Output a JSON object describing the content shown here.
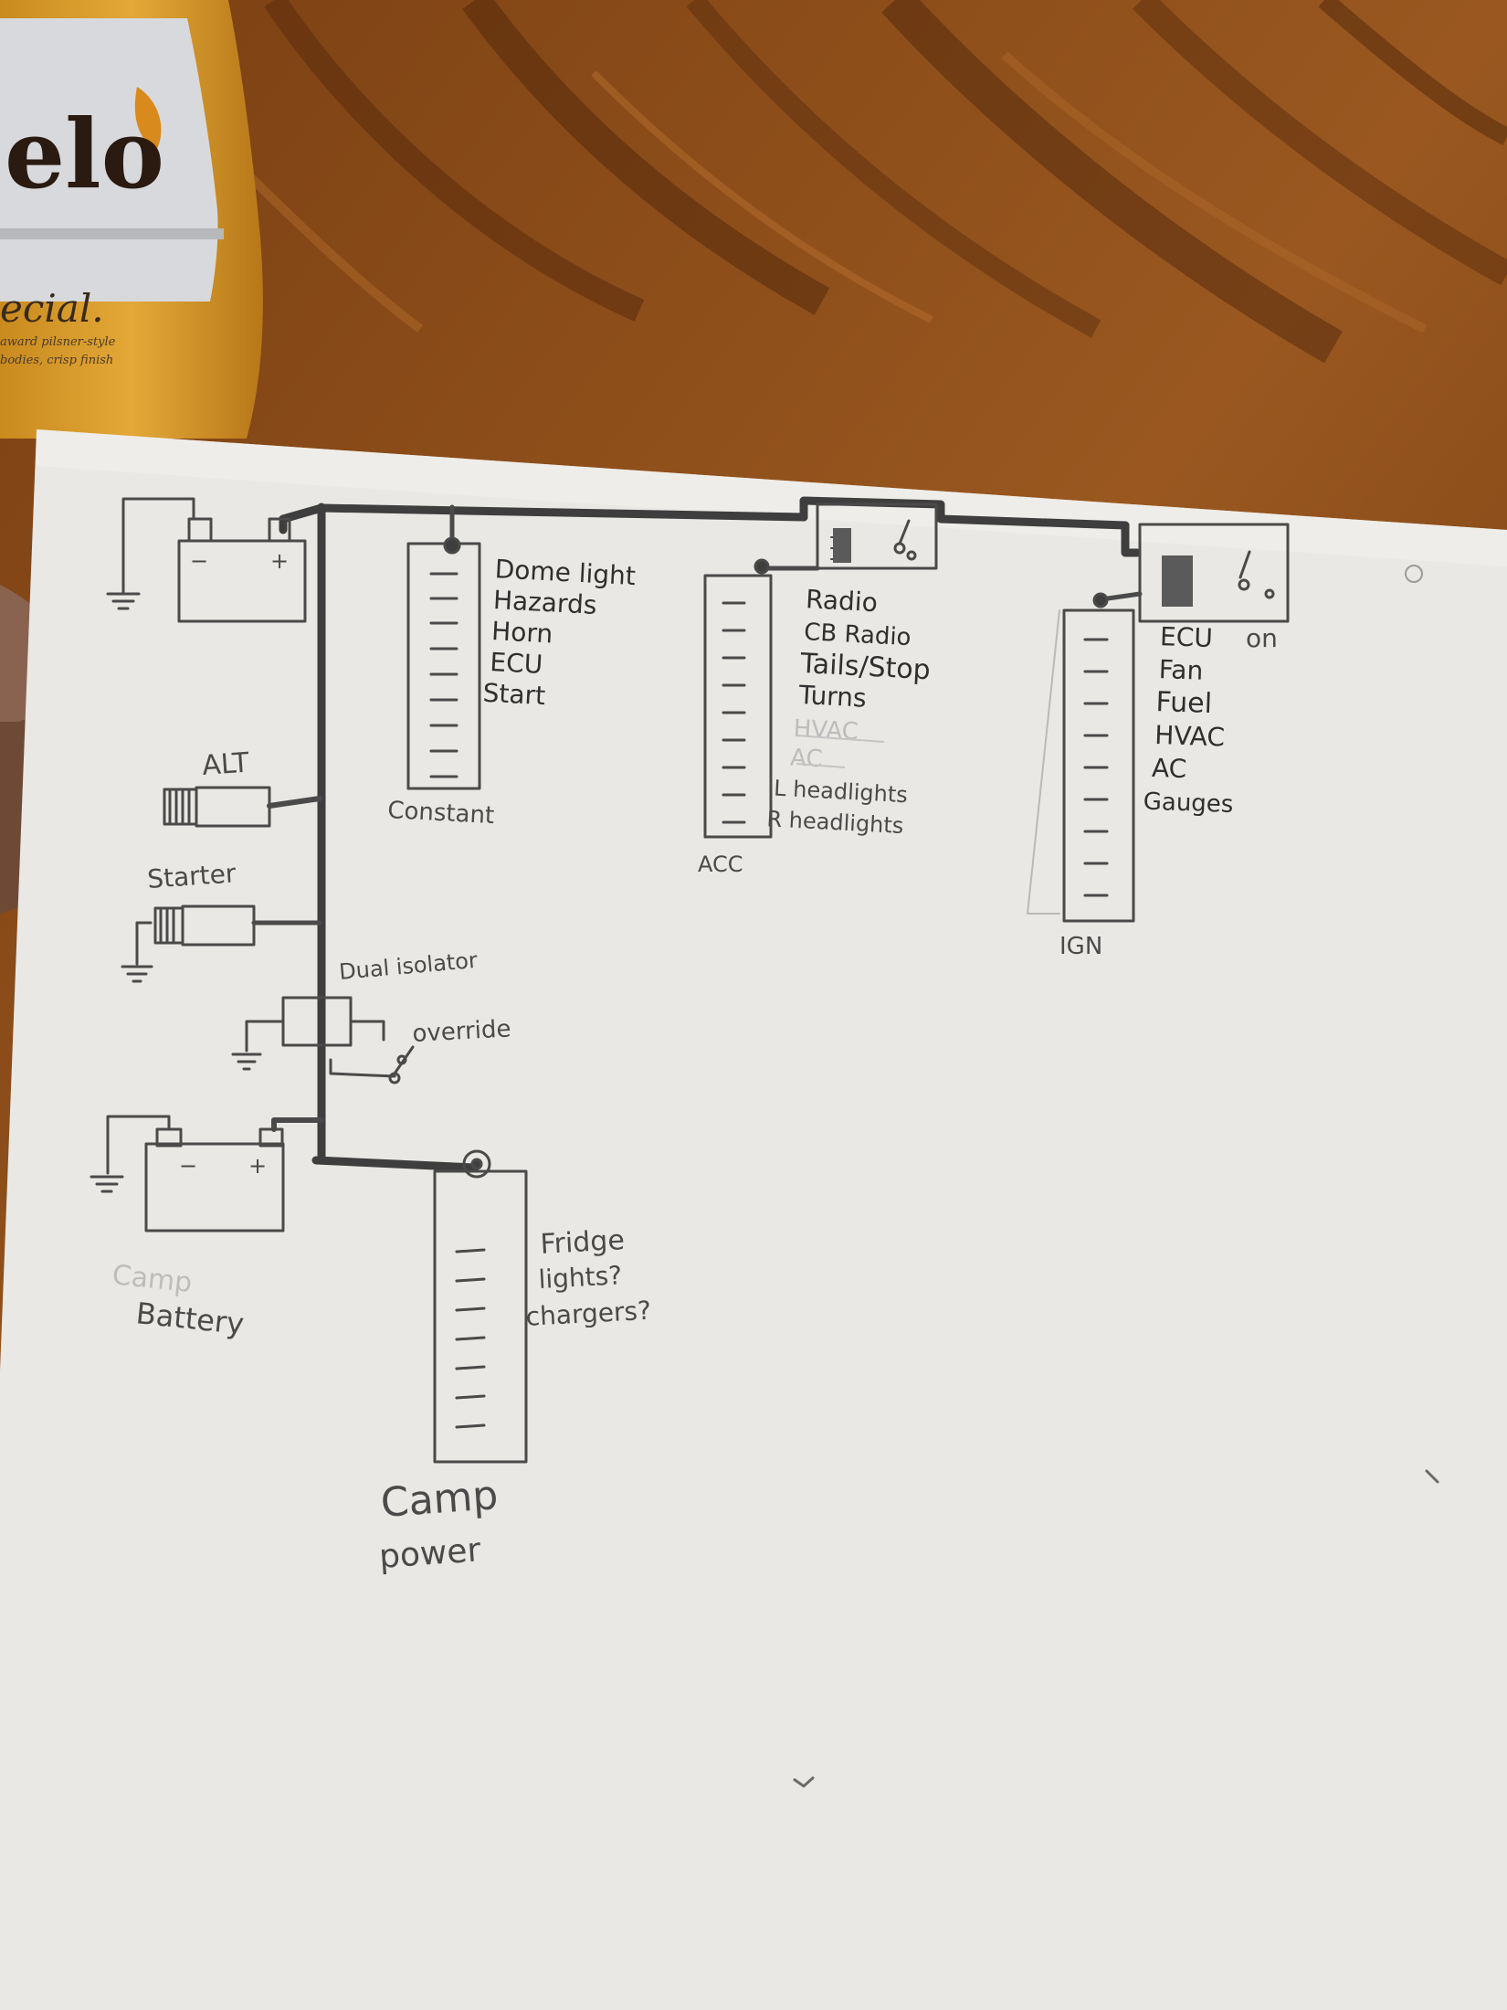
{
  "background": {
    "table_color": "#8a4a1a",
    "paper_color": "#e9e8e4",
    "pencil_color": "#4a4a4a"
  },
  "bottle": {
    "label_big": "elo",
    "label_small": "ecial.",
    "label_fine_1": "award pilsner-style",
    "label_fine_2": "bodies, crisp finish"
  },
  "batteries": {
    "main": {
      "minus": "−",
      "plus": "+"
    },
    "camp": {
      "minus": "−",
      "plus": "+",
      "label_line1": "Camp",
      "label_line2": "Battery"
    }
  },
  "components": {
    "alt": "ALT",
    "starter": "Starter",
    "isolator": "Dual isolator",
    "override": "override"
  },
  "fuse_blocks": {
    "constant": {
      "label": "Constant",
      "items": [
        "Dome light",
        "Hazards",
        "Horn",
        "ECU",
        "Start"
      ]
    },
    "acc": {
      "label": "ACC",
      "items": [
        "Radio",
        "CB Radio",
        "Tails/Stop",
        "Turns"
      ],
      "crossed_items": [
        "HVAC",
        "AC"
      ],
      "items_lower": [
        "L headlights",
        "R headlights"
      ]
    },
    "ign": {
      "label": "IGN",
      "items": [
        "ECU",
        "Fan",
        "Fuel",
        "HVAC",
        "AC",
        "Gauges"
      ],
      "note": "on"
    },
    "camp": {
      "label_line1": "Camp",
      "label_line2": "power",
      "items": [
        "Fridge",
        "lights?",
        "chargers?"
      ]
    }
  }
}
